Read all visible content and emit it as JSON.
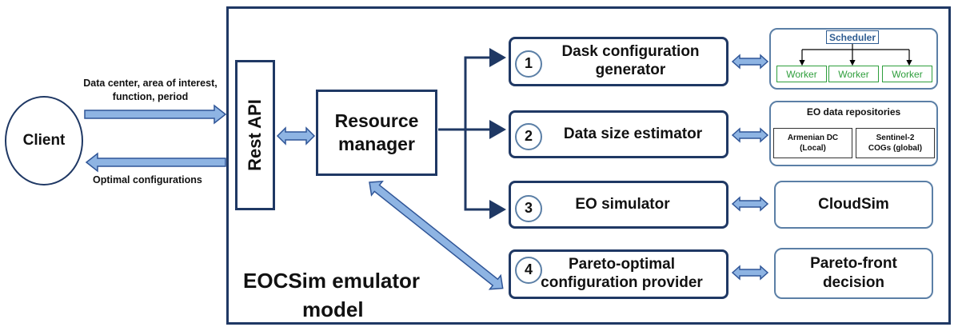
{
  "client": {
    "label": "Client"
  },
  "request_label": "Data center, area of interest, function, period",
  "request_label_line2": "function, period",
  "response_label": "Optimal configurations",
  "rest_api": {
    "label": "Rest API"
  },
  "resource_manager": {
    "line1": "Resource",
    "line2": "manager"
  },
  "model": {
    "line1": "EOCSim emulator",
    "line2": "model"
  },
  "modules": [
    {
      "number": "1",
      "line1": "Dask configuration",
      "line2": "generator"
    },
    {
      "number": "2",
      "line1": "Data size estimator"
    },
    {
      "number": "3",
      "line1": "EO simulator"
    },
    {
      "number": "4",
      "line1": "Pareto-optimal",
      "line2": "configuration provider"
    }
  ],
  "dask": {
    "scheduler": "Scheduler",
    "workers": [
      "Worker",
      "Worker",
      "Worker"
    ]
  },
  "repositories": {
    "title": "EO data repositories",
    "armenian": {
      "line1": "Armenian DC",
      "line2": "(Local)"
    },
    "sentinel": {
      "line1": "Sentinel-2",
      "line2": "COGs (global)"
    }
  },
  "cloudsim": {
    "label": "CloudSim"
  },
  "pareto_front": {
    "line1": "Pareto-front",
    "line2": "decision"
  },
  "colors": {
    "frame": "#1f3864",
    "arrow_fill": "#8eb4e3",
    "arrow_stroke": "#2f5597",
    "worker": "#2e9e3c",
    "scheduler": "#2e5c91"
  }
}
